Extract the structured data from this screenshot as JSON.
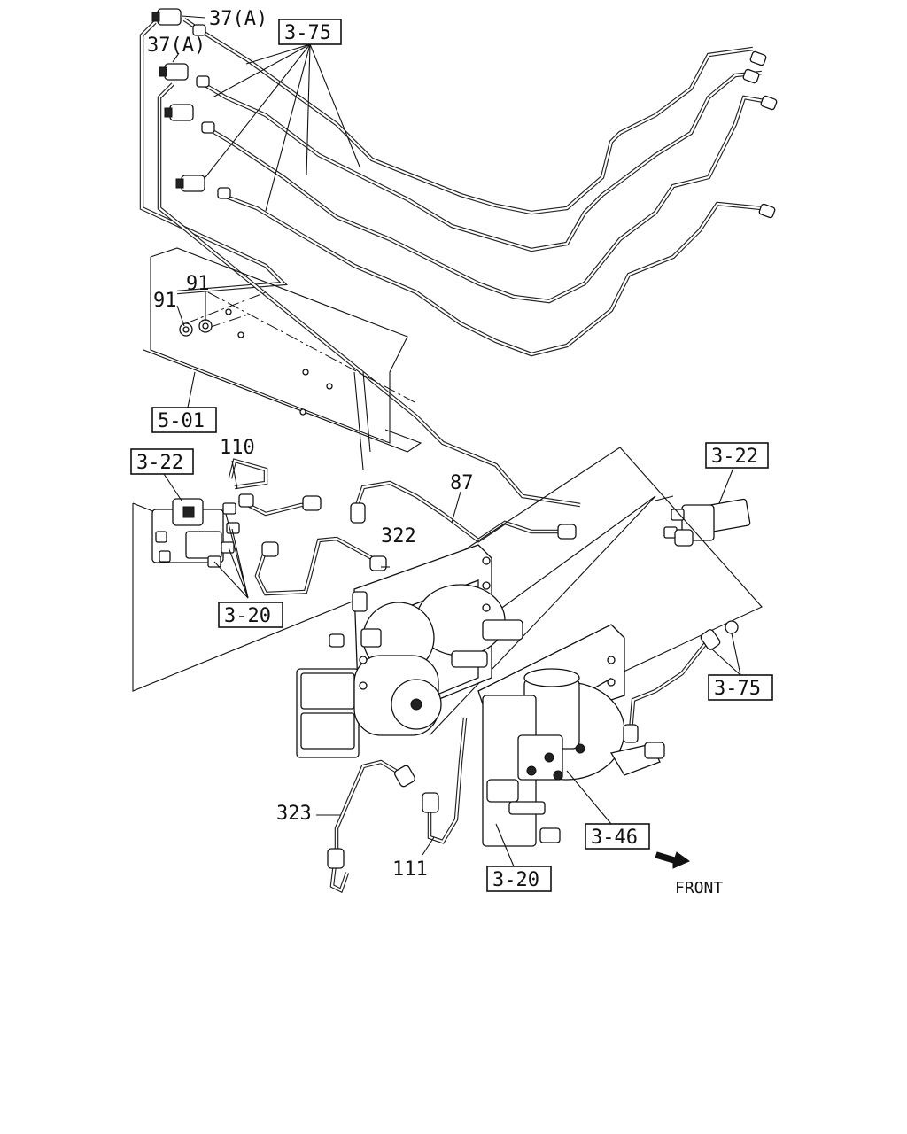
{
  "callouts": {
    "c37a_top": "37(A)",
    "c37a_2": "37(A)",
    "c91_upper": "91",
    "c91_lower": "91",
    "c110": "110",
    "c87": "87",
    "c322": "322",
    "c323": "323",
    "c111": "111"
  },
  "references": {
    "r375_top": "3-75",
    "r501": "5-01",
    "r322_left": "3-22",
    "r322_right": "3-22",
    "r320_left": "3-20",
    "r375_right": "3-75",
    "r346": "3-46",
    "r320_bottom": "3-20"
  },
  "direction": {
    "front_label": "FRONT"
  }
}
